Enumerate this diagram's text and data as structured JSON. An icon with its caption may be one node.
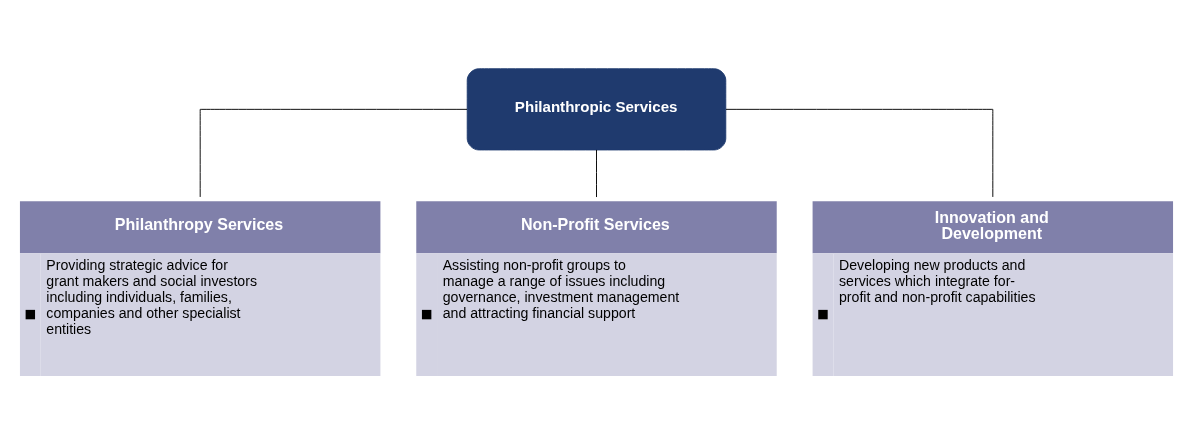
{
  "diagram": {
    "nodes": [
      {
        "text": [
          "Philanthropic Services"
        ]
      },
      {
        "text": [
          "Philanthropy Services",
          "Providing strategic advice for grant makers and social investors including individuals, families, companies and other specialist entities"
        ]
      },
      {
        "text": [
          "Non-Profit Services",
          "Assisting non-profit groups to manage a range of issues including governance, investment management and attracting financial support"
        ]
      },
      {
        "text": [
          "Innovation and Development",
          "Developing new products and services which integrate for-profit and non-profit capabilities"
        ]
      }
    ],
    "edges": [
      {
        "from": 0,
        "to": 1,
        "arrow": "none"
      },
      {
        "from": 0,
        "to": 2,
        "arrow": "none"
      },
      {
        "from": 0,
        "to": 3,
        "arrow": "none"
      }
    ]
  }
}
